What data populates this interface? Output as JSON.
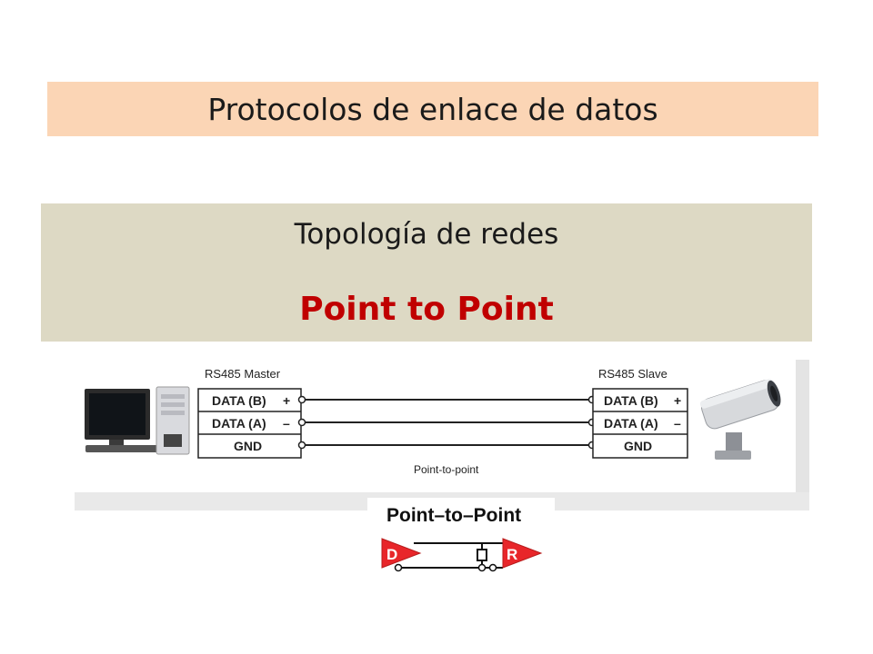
{
  "slide": {
    "title": "Protocolos de enlace de datos",
    "subtitle": "Topología de redes",
    "highlight": "Point to Point",
    "highlight_color": "#c00000",
    "title_bg": "#fbd5b5",
    "subtitle_bg": "#ddd9c4"
  },
  "diagram": {
    "master_label": "RS485 Master",
    "slave_label": "RS485 Slave",
    "master_pins": [
      "DATA (B)",
      "DATA (A)",
      "GND"
    ],
    "master_signs": [
      "+",
      "–",
      ""
    ],
    "slave_pins": [
      "DATA (B)",
      "DATA (A)",
      "GND"
    ],
    "slave_signs": [
      "+",
      "–",
      ""
    ],
    "caption": "Point-to-point",
    "master_device_icon": "desktop-computer-icon",
    "slave_device_icon": "security-camera-icon"
  },
  "inset": {
    "title": "Point–to–Point",
    "driver_label": "D",
    "receiver_label": "R",
    "accent_color": "#e8262a"
  }
}
